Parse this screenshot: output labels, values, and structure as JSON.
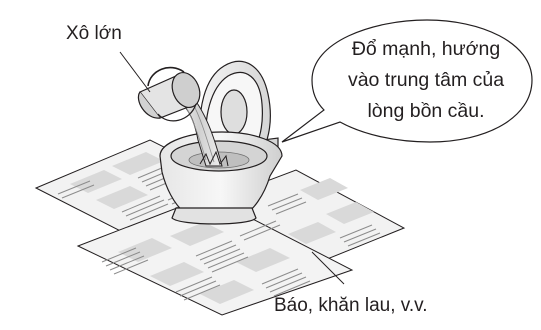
{
  "labels": {
    "bucket": "Xô lớn",
    "papers": "Báo, khăn lau, v.v."
  },
  "callout": {
    "lines": [
      "Đổ mạnh, hướng",
      "vào trung tâm của",
      "lòng bồn cầu."
    ]
  },
  "colors": {
    "line": "#231f20",
    "paper": "#f2f2f2",
    "paper_box": "#d9d9d9",
    "toilet_light": "#eeeeee",
    "toilet_shade": "#cfcfcf",
    "water": "#dcdcdc"
  }
}
